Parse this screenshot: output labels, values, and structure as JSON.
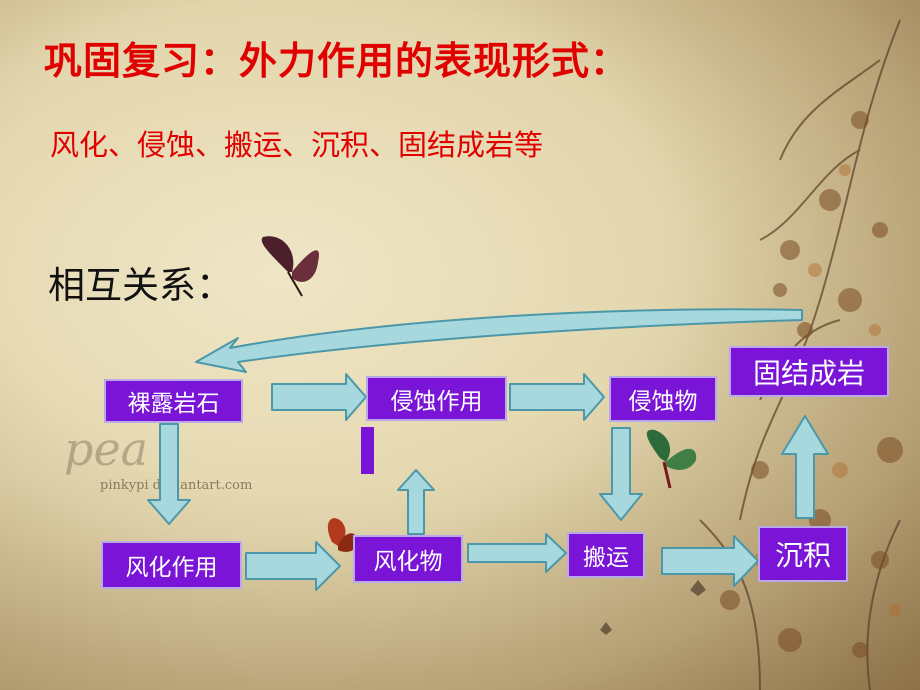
{
  "title": "巩固复习：外力作用的表现形式：",
  "subtitle": "风化、侵蚀、搬运、沉积、固结成岩等",
  "relation_label": "相互关系：",
  "watermark": {
    "script": "pea",
    "url": "pinkypi    deviantart.com"
  },
  "flow": {
    "bare_rock": "裸露岩石",
    "erosion": "侵蚀作用",
    "eroded_material": "侵蚀物",
    "lithification": "固结成岩",
    "weathering": "风化作用",
    "weathered_material": "风化物",
    "transport": "搬运",
    "deposition": "沉积"
  },
  "colors": {
    "title_red": "#e00000",
    "box_purple": "#7a14d6",
    "arrow_fill": "#a6d8dd",
    "arrow_stroke": "#4c98a8"
  }
}
